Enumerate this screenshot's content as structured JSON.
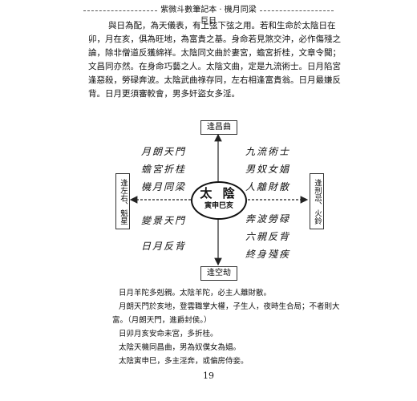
{
  "header": {
    "title": "紫微斗數筆記本 · 機月同梁巨日"
  },
  "top_paragraph": "與日為配，為天儀表，有上弦下弦之用。若和生命於太陰日在卯，月在亥，俱為旺地，為富貴之基。身命若見煞交沖，必作傷殘之論，除非僧道反獲綿祥。太陰同文曲於妻宮，蟾宮折桂，文章令聞；文昌同亦然。在身命巧藝之人。太陰文曲，定是九流術士。日月陷宮逢惡殺，勞碌奔波。太陰武曲祿存同，左右相逢富貴翁。日月最嫌反背。日月更須審較會，男多奸盜女多淫。",
  "diagram": {
    "center_main": "太 陰",
    "center_sub": "寅申巳亥",
    "top_box": "逢昌曲",
    "bottom_box": "逢空劫",
    "left_box": "逢左右、魁星",
    "right_box": "逢刑忌、火鈴",
    "left_upper": [
      "月朗天門",
      "蟾宮折桂",
      "機月同梁"
    ],
    "left_lower": [
      "變景天門",
      "日月反背"
    ],
    "right_upper": [
      "九流術士",
      "男奴女娼",
      "人離財散"
    ],
    "right_lower": [
      "奔波勞碌",
      "六親反背",
      "終身殘疾"
    ]
  },
  "bottom_lines": [
    "日月羊陀多剋親。太陰羊陀，必主人離財散。",
    "月朗天門於亥地，登雲職掌大權，子生人，夜時生合局；不者則大",
    "富。（月朗天門，進爵封侯。）",
    "日卯月亥安命未宮，多折桂。",
    "太陰天機同昌曲，男為奴僕女為娼。",
    "太陰寅申巳，多主淫奔，或偏房侍妾。"
  ],
  "page_number": "19"
}
